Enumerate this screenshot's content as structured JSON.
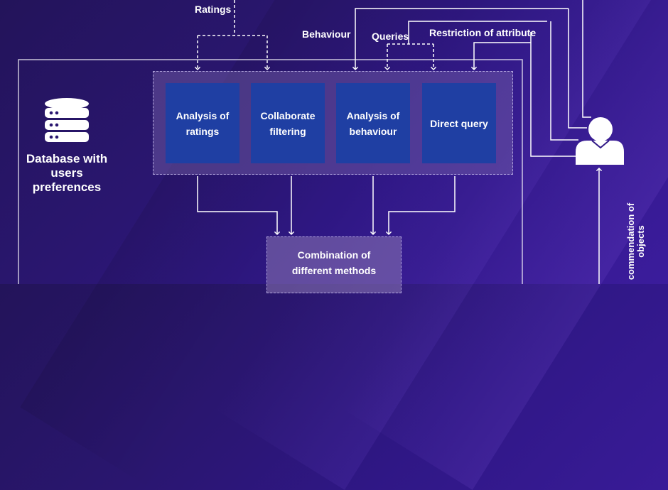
{
  "inputs": {
    "ratings": "Ratings",
    "behaviour": "Behaviour",
    "queries": "Queries",
    "restriction": "Restriction of attribute"
  },
  "database": {
    "label_lines": [
      "Database with",
      "users",
      "preferences"
    ],
    "icon": "database-icon"
  },
  "methods": [
    {
      "line1": "Analysis of",
      "line2": "ratings"
    },
    {
      "line1": "Collaborate",
      "line2": "filtering"
    },
    {
      "line1": "Analysis of",
      "line2": "behaviour"
    },
    {
      "line1": "Direct query",
      "line2": ""
    }
  ],
  "combination": {
    "line1": "Combination of",
    "line2": "different methods"
  },
  "user": {
    "icon": "user-icon"
  },
  "output": {
    "line1": "commendation of",
    "line2": "objects"
  },
  "colors": {
    "method_box": "#1f3fa3",
    "panel": "#7864aa",
    "line": "#ffffff"
  }
}
